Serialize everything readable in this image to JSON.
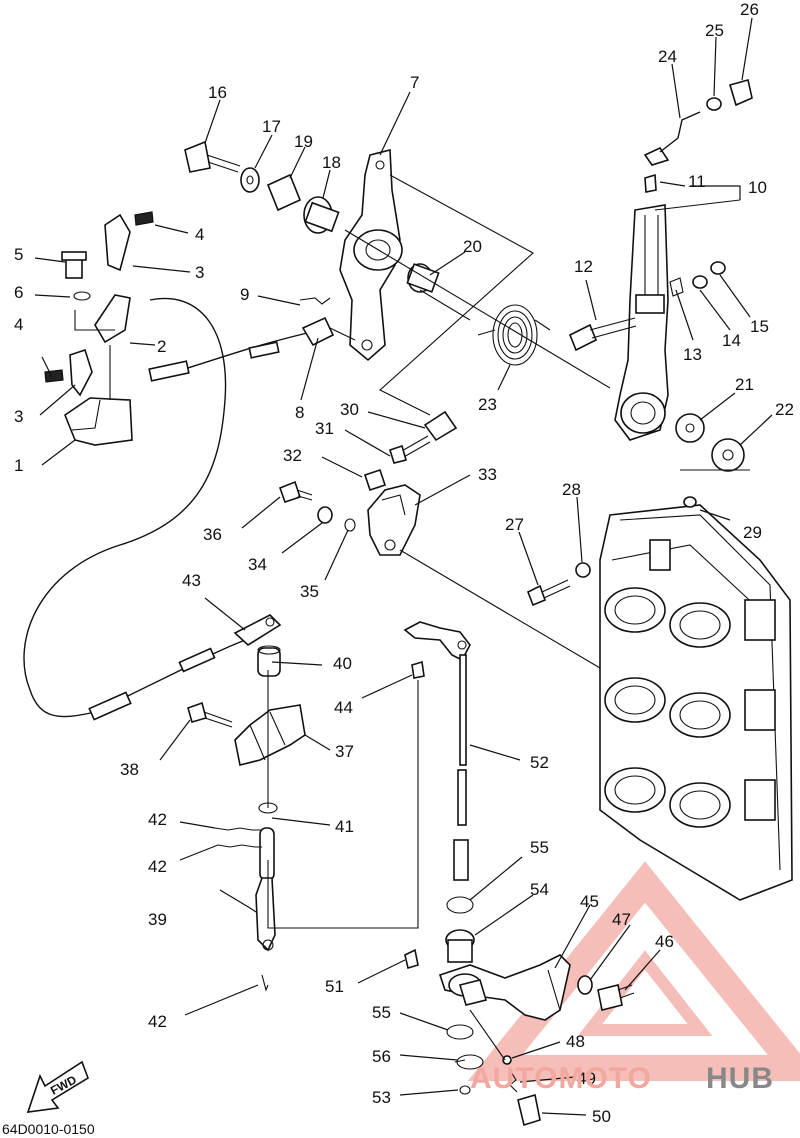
{
  "diagram": {
    "code": "64D0010-0150",
    "direction_label": "FWD",
    "watermark": {
      "part_a": "AUTOMOTO",
      "part_b": "HUB"
    },
    "callouts": [
      "1",
      "2",
      "3",
      "3",
      "4",
      "4",
      "5",
      "6",
      "7",
      "8",
      "9",
      "10",
      "11",
      "12",
      "13",
      "14",
      "15",
      "16",
      "17",
      "18",
      "19",
      "20",
      "21",
      "22",
      "23",
      "24",
      "25",
      "26",
      "27",
      "28",
      "29",
      "30",
      "31",
      "32",
      "33",
      "34",
      "35",
      "36",
      "37",
      "38",
      "39",
      "40",
      "41",
      "42",
      "42",
      "42",
      "43",
      "44",
      "45",
      "46",
      "47",
      "48",
      "49",
      "50",
      "51",
      "52",
      "53",
      "54",
      "55",
      "55",
      "56"
    ]
  }
}
